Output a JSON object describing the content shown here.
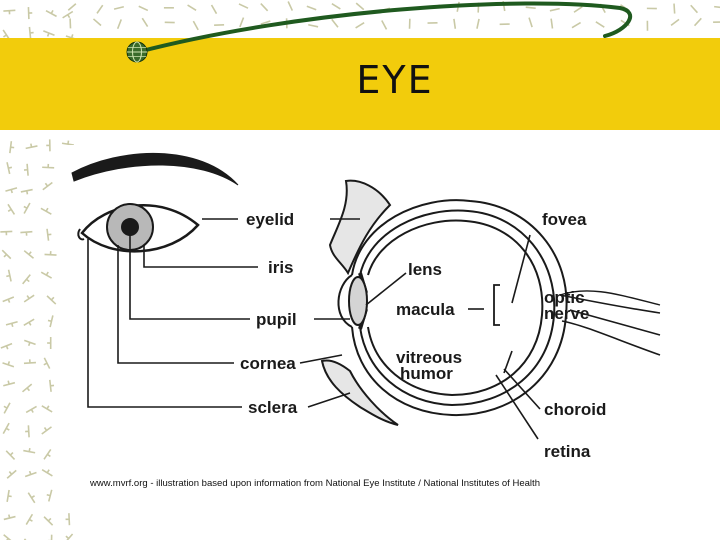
{
  "slide": {
    "title": "EYE",
    "colors": {
      "band": "#f2cc0c",
      "swoosh": "#1f5a1f",
      "pattern": "#c9c9a6",
      "line": "#1a1a1a"
    },
    "icons": [
      "globe-icon"
    ]
  },
  "diagram": {
    "labels": {
      "eyelid": "eyelid",
      "iris": "iris",
      "pupil": "pupil",
      "cornea": "cornea",
      "sclera": "sclera",
      "lens": "lens",
      "macula": "macula",
      "vitreous_1": "vitreous",
      "vitreous_2": "humor",
      "fovea": "fovea",
      "optic_1": "optic",
      "optic_2": "nerve",
      "choroid": "choroid",
      "retina": "retina"
    },
    "credit": "www.mvrf.org - illustration based upon information from National Eye Institute / National Institutes of Health"
  }
}
